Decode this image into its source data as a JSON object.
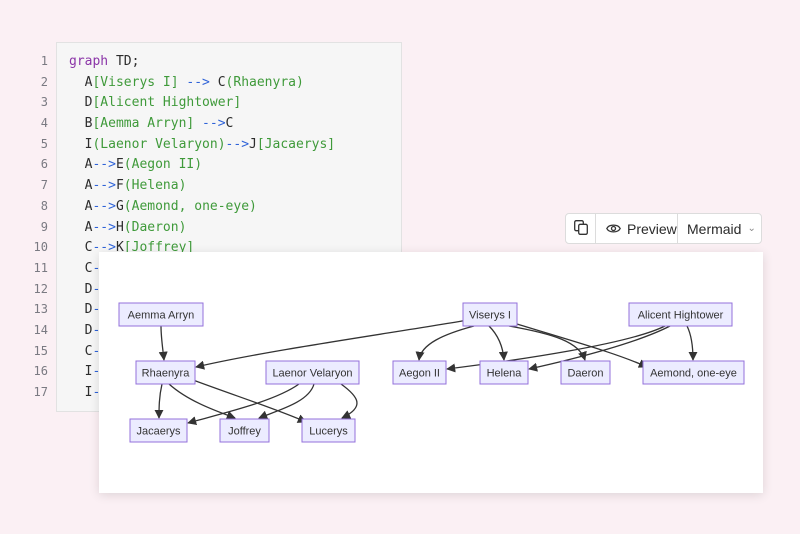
{
  "editor": {
    "line_numbers": [
      "1",
      "2",
      "3",
      "4",
      "5",
      "6",
      "7",
      "8",
      "9",
      "10",
      "11",
      "12",
      "13",
      "14",
      "15",
      "16",
      "17"
    ],
    "lines": [
      [
        {
          "t": "kw",
          "s": "graph"
        },
        {
          "t": "nd",
          "s": " TD;"
        }
      ],
      [
        {
          "t": "nd",
          "s": "  A"
        },
        {
          "t": "tx",
          "s": "[Viserys I]"
        },
        {
          "t": "ar",
          "s": " --> "
        },
        {
          "t": "nd",
          "s": "C"
        },
        {
          "t": "tx",
          "s": "(Rhaenyra)"
        }
      ],
      [
        {
          "t": "nd",
          "s": "  D"
        },
        {
          "t": "tx",
          "s": "[Alicent Hightower]"
        }
      ],
      [
        {
          "t": "nd",
          "s": "  B"
        },
        {
          "t": "tx",
          "s": "[Aemma Arryn]"
        },
        {
          "t": "ar",
          "s": " -->"
        },
        {
          "t": "nd",
          "s": "C"
        }
      ],
      [
        {
          "t": "nd",
          "s": "  I"
        },
        {
          "t": "tx",
          "s": "(Laenor Velaryon)"
        },
        {
          "t": "ar",
          "s": "-->"
        },
        {
          "t": "nd",
          "s": "J"
        },
        {
          "t": "tx",
          "s": "[Jacaerys]"
        }
      ],
      [
        {
          "t": "nd",
          "s": "  A"
        },
        {
          "t": "ar",
          "s": "-->"
        },
        {
          "t": "nd",
          "s": "E"
        },
        {
          "t": "tx",
          "s": "(Aegon II)"
        }
      ],
      [
        {
          "t": "nd",
          "s": "  A"
        },
        {
          "t": "ar",
          "s": "-->"
        },
        {
          "t": "nd",
          "s": "F"
        },
        {
          "t": "tx",
          "s": "(Helena)"
        }
      ],
      [
        {
          "t": "nd",
          "s": "  A"
        },
        {
          "t": "ar",
          "s": "-->"
        },
        {
          "t": "nd",
          "s": "G"
        },
        {
          "t": "tx",
          "s": "(Aemond, one-eye)"
        }
      ],
      [
        {
          "t": "nd",
          "s": "  A"
        },
        {
          "t": "ar",
          "s": "-->"
        },
        {
          "t": "nd",
          "s": "H"
        },
        {
          "t": "tx",
          "s": "(Daeron)"
        }
      ],
      [
        {
          "t": "nd",
          "s": "  C"
        },
        {
          "t": "ar",
          "s": "-->"
        },
        {
          "t": "nd",
          "s": "K"
        },
        {
          "t": "tx",
          "s": "[Joffrey]"
        }
      ],
      [
        {
          "t": "nd",
          "s": "  C"
        },
        {
          "t": "ar",
          "s": "-"
        }
      ],
      [
        {
          "t": "nd",
          "s": "  D"
        },
        {
          "t": "ar",
          "s": "-"
        }
      ],
      [
        {
          "t": "nd",
          "s": "  D"
        },
        {
          "t": "ar",
          "s": "-"
        }
      ],
      [
        {
          "t": "nd",
          "s": "  D"
        },
        {
          "t": "ar",
          "s": "-"
        }
      ],
      [
        {
          "t": "nd",
          "s": "  C"
        },
        {
          "t": "ar",
          "s": "-"
        }
      ],
      [
        {
          "t": "nd",
          "s": "  I"
        },
        {
          "t": "ar",
          "s": "-"
        }
      ],
      [
        {
          "t": "nd",
          "s": "  I"
        },
        {
          "t": "ar",
          "s": "-"
        }
      ]
    ]
  },
  "toolbar": {
    "copy_icon": "copy-icon",
    "preview_icon": "eye-icon",
    "preview_label": "Preview",
    "mode_label": "Mermaid",
    "mode_icon": "chevron-down-icon"
  },
  "diagram": {
    "nodes": [
      {
        "id": "B",
        "label": "Aemma Arryn"
      },
      {
        "id": "A",
        "label": "Viserys I"
      },
      {
        "id": "D",
        "label": "Alicent Hightower"
      },
      {
        "id": "C",
        "label": "Rhaenyra"
      },
      {
        "id": "I",
        "label": "Laenor Velaryon"
      },
      {
        "id": "E",
        "label": "Aegon II"
      },
      {
        "id": "F",
        "label": "Helena"
      },
      {
        "id": "H",
        "label": "Daeron"
      },
      {
        "id": "G",
        "label": "Aemond, one-eye"
      },
      {
        "id": "J",
        "label": "Jacaerys"
      },
      {
        "id": "K",
        "label": "Joffrey"
      },
      {
        "id": "L",
        "label": "Lucerys"
      }
    ],
    "edges": [
      [
        "A",
        "C"
      ],
      [
        "B",
        "C"
      ],
      [
        "I",
        "J"
      ],
      [
        "A",
        "E"
      ],
      [
        "A",
        "F"
      ],
      [
        "A",
        "G"
      ],
      [
        "A",
        "H"
      ],
      [
        "C",
        "K"
      ],
      [
        "C",
        "J"
      ],
      [
        "C",
        "L"
      ],
      [
        "D",
        "E"
      ],
      [
        "D",
        "F"
      ],
      [
        "D",
        "G"
      ],
      [
        "I",
        "K"
      ],
      [
        "I",
        "L"
      ]
    ]
  }
}
